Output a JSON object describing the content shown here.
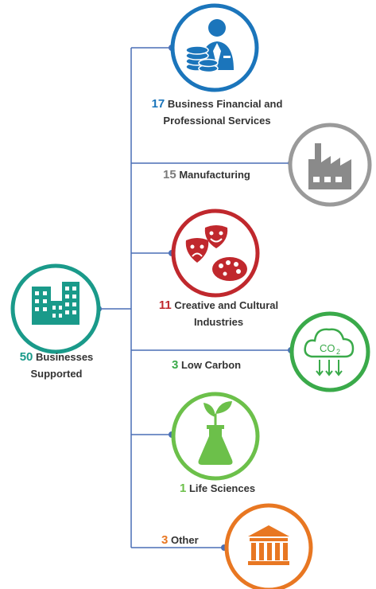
{
  "hub": {
    "count": "50",
    "label_line1": "Businesses",
    "label_line2": "Supported",
    "color": "#1a9a8a",
    "icon": "buildings-icon"
  },
  "sectors": [
    {
      "count": "17",
      "label_line1": "Business Financial and",
      "label_line2": "Professional Services",
      "color": "#1b75bb",
      "icon": "businessman-coins-icon"
    },
    {
      "count": "15",
      "label_line1": "Manufacturing",
      "label_line2": "",
      "color": "#8a8a8a",
      "icon": "factory-icon"
    },
    {
      "count": "11",
      "label_line1": "Creative and Cultural",
      "label_line2": "Industries",
      "color": "#c0282d",
      "icon": "theatre-masks-palette-icon"
    },
    {
      "count": "3",
      "label_line1": "Low Carbon",
      "label_line2": "",
      "color": "#3aaa4a",
      "icon": "co2-cloud-icon"
    },
    {
      "count": "1",
      "label_line1": "Life Sciences",
      "label_line2": "",
      "color": "#6cc04a",
      "icon": "flask-leaf-icon"
    },
    {
      "count": "3",
      "label_line1": "Other",
      "label_line2": "",
      "color": "#e87722",
      "icon": "institution-building-icon"
    }
  ],
  "connector_color": "#4a6fb5"
}
